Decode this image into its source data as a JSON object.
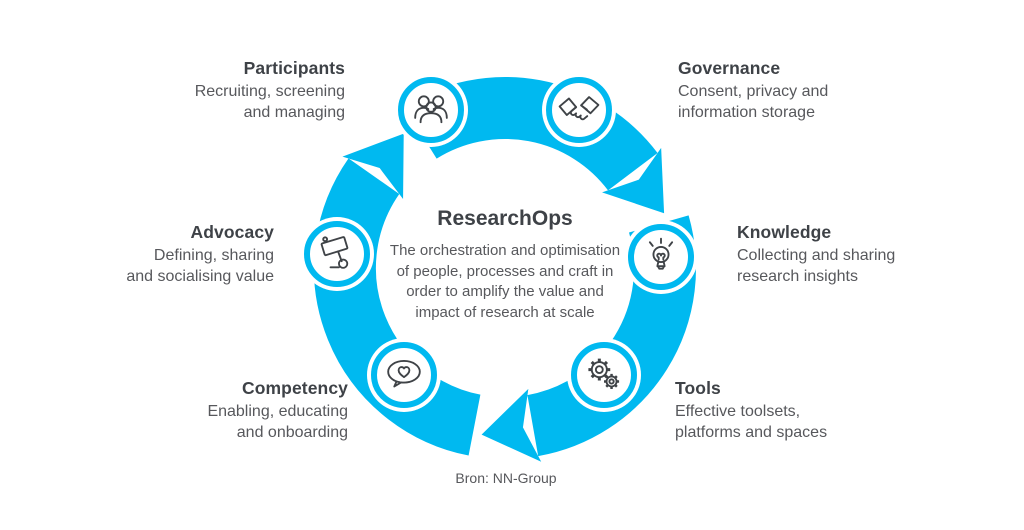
{
  "colors": {
    "accent": "#00b9f0",
    "heading": "#3e4247",
    "body": "#57585c",
    "icon_stroke": "#3f4347"
  },
  "center": {
    "title": "ResearchOps",
    "lines": [
      "The orchestration and optimisation",
      "of people, processes and craft in",
      "order to amplify the value and",
      "impact of research at scale"
    ]
  },
  "nodes": [
    {
      "title": "Participants",
      "lines": [
        "Recruiting, screening",
        "and managing"
      ],
      "icon": "people-group-icon"
    },
    {
      "title": "Governance",
      "lines": [
        "Consent, privacy and",
        "information storage"
      ],
      "icon": "handshake-icon"
    },
    {
      "title": "Knowledge",
      "lines": [
        "Collecting and sharing",
        "research insights"
      ],
      "icon": "lightbulb-icon"
    },
    {
      "title": "Tools",
      "lines": [
        "Effective toolsets,",
        "platforms and spaces"
      ],
      "icon": "gears-icon"
    },
    {
      "title": "Competency",
      "lines": [
        "Enabling, educating",
        "and onboarding"
      ],
      "icon": "speech-bubble-heart-icon"
    },
    {
      "title": "Advocacy",
      "lines": [
        "Defining, sharing",
        "and socialising value"
      ],
      "icon": "placard-icon"
    }
  ],
  "source_label": "Bron: NN-Group"
}
